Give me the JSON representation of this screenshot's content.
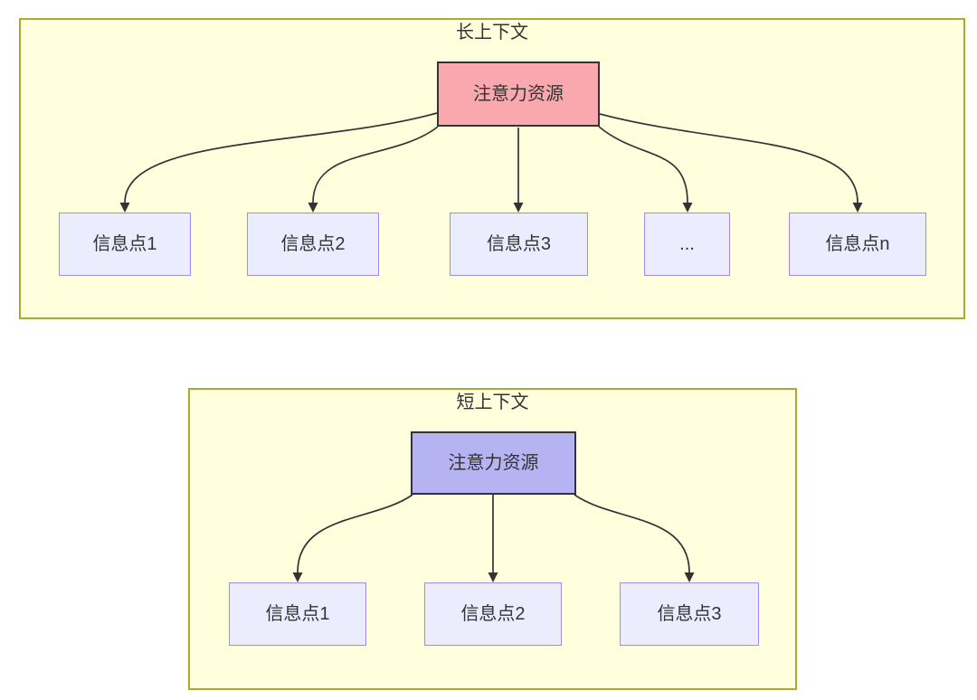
{
  "diagram": {
    "long_context": {
      "title": "长上下文",
      "attention": {
        "label": "注意力资源"
      },
      "nodes": [
        {
          "label": "信息点1"
        },
        {
          "label": "信息点2"
        },
        {
          "label": "信息点3"
        },
        {
          "label": "..."
        },
        {
          "label": "信息点n"
        }
      ]
    },
    "short_context": {
      "title": "短上下文",
      "attention": {
        "label": "注意力资源"
      },
      "nodes": [
        {
          "label": "信息点1"
        },
        {
          "label": "信息点2"
        },
        {
          "label": "信息点3"
        }
      ]
    },
    "colors": {
      "group_fill": "#ffffde",
      "group_border": "#aaaa33",
      "info_node_fill": "#ececff",
      "info_node_border": "#9f8aed",
      "attention_long_fill": "#f9a8ad",
      "attention_short_fill": "#b5b3f2",
      "attention_border": "#333333",
      "arrow_color": "#333333",
      "text_color": "#333333"
    }
  }
}
